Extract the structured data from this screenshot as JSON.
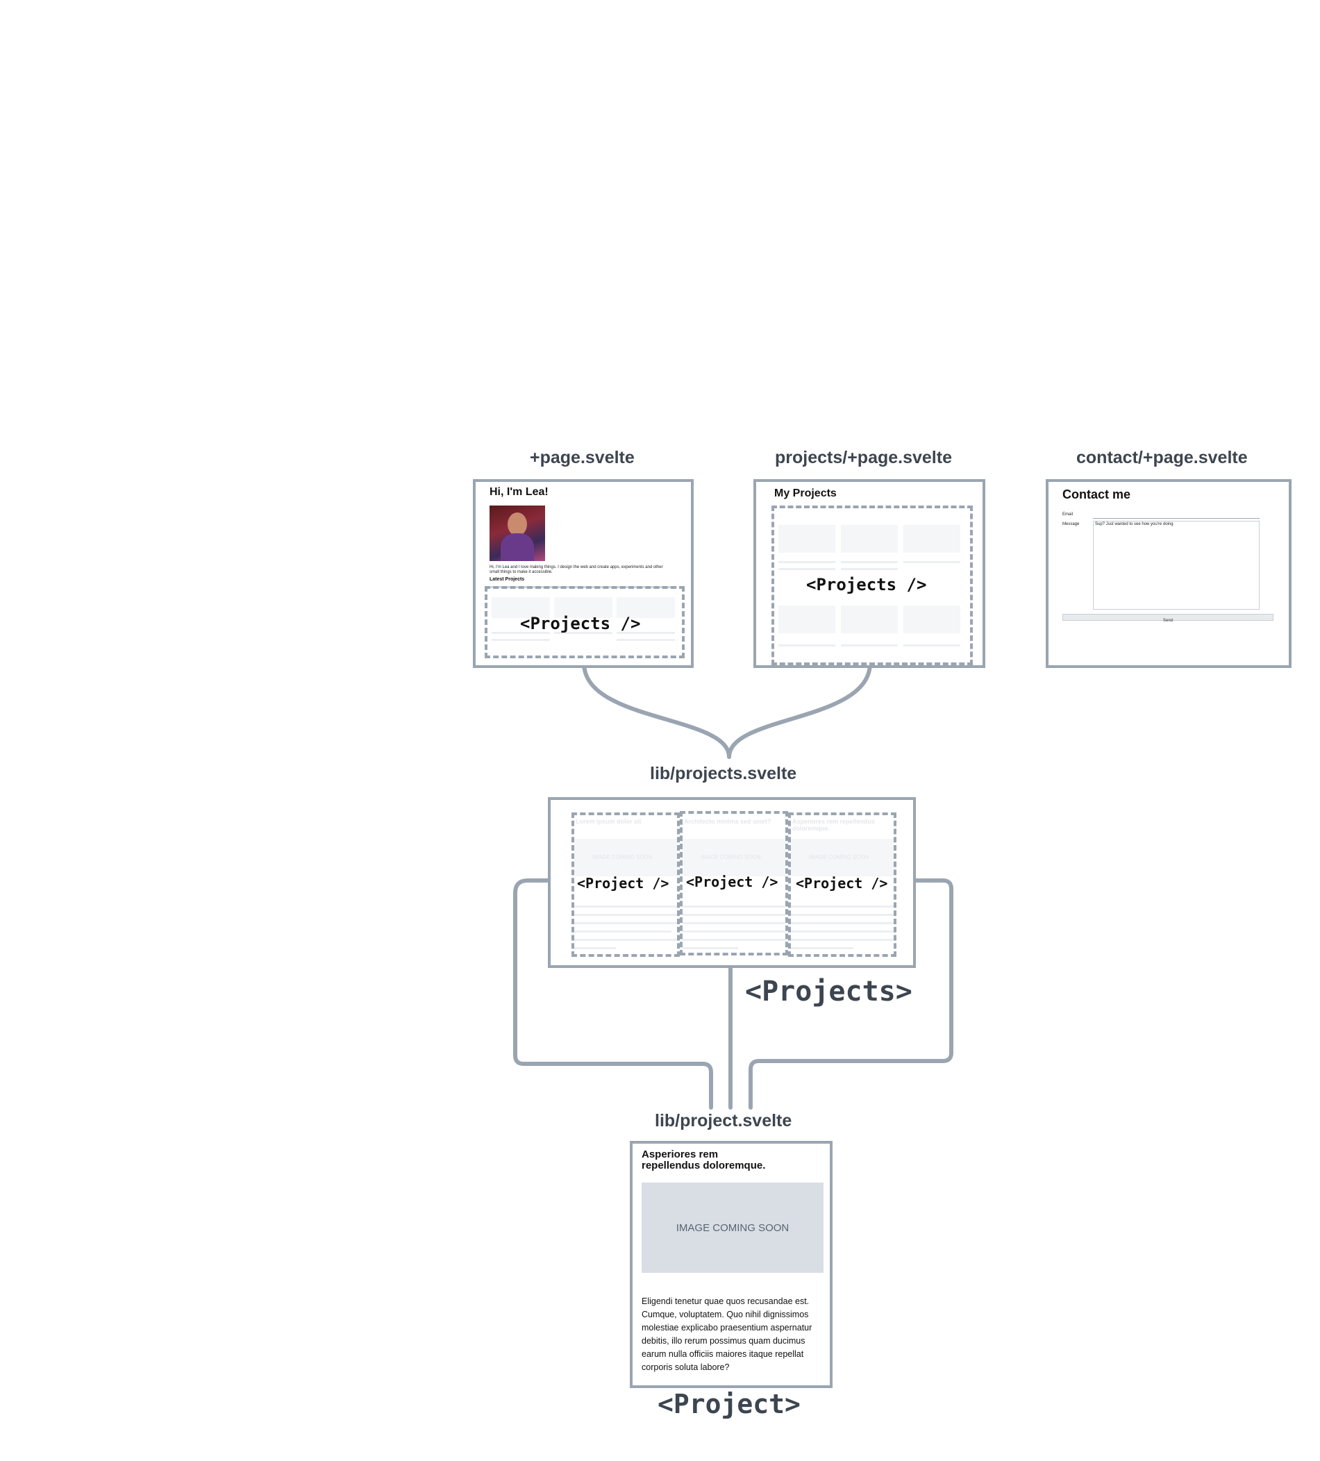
{
  "home": {
    "file_label": "+page.svelte",
    "heading": "Hi, I'm Lea!",
    "bio": "Hi, I'm Lea and I love making things. I design the web and create apps, experiments and other small things to make it accessible.",
    "latest_title": "Latest Projects",
    "component_tag": "<Projects />"
  },
  "projects_page": {
    "file_label": "projects/+page.svelte",
    "heading": "My Projects",
    "component_tag": "<Projects />"
  },
  "contact_page": {
    "file_label": "contact/+page.svelte",
    "heading": "Contact me",
    "email_label": "Email",
    "message_label": "Message",
    "message_value": "Sup? Just wanted to see how you're doing",
    "submit_label": "Send"
  },
  "projects_component": {
    "file_label": "lib/projects.svelte",
    "project_tag": "<Project />",
    "titles": [
      "Lorem ipsum dolor sit",
      "Architecto minima sed amet?",
      "Asperiores rem repellendus doloremque."
    ],
    "image_text": "IMAGE COMING SOON",
    "caption": "<Projects>"
  },
  "project_component": {
    "file_label": "lib/project.svelte",
    "title_line1": "Asperiores rem",
    "title_line2": "repellendus doloremque.",
    "image_text": "IMAGE COMING SOON",
    "description": "Eligendi tenetur quae quos recusandae est. Cumque, voluptatem. Quo nihil dignissimos molestiae explicabo praesentium aspernatur debitis, illo rerum possimus quam ducimus earum nulla officiis maiores itaque repellat corporis soluta labore?",
    "caption": "<Project>"
  },
  "colors": {
    "stroke": "#9aa5b1",
    "label": "#3d4550",
    "image_placeholder": "#d9dee5"
  }
}
